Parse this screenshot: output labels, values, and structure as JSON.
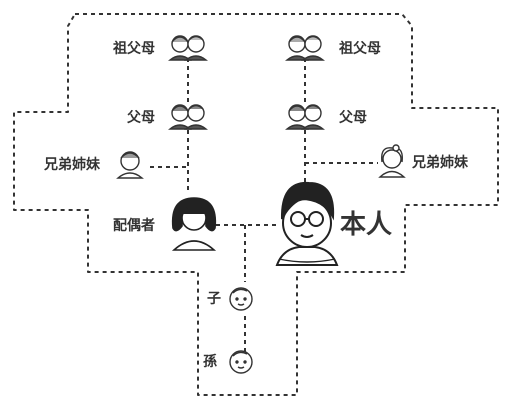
{
  "labels": {
    "grandparents_left": "祖父母",
    "grandparents_right": "祖父母",
    "parents_left": "父母",
    "parents_right": "父母",
    "siblings_left": "兄弟姉妹",
    "siblings_right": "兄弟姉妹",
    "spouse": "配偶者",
    "self": "本人",
    "child": "子",
    "grandchild": "孫"
  }
}
